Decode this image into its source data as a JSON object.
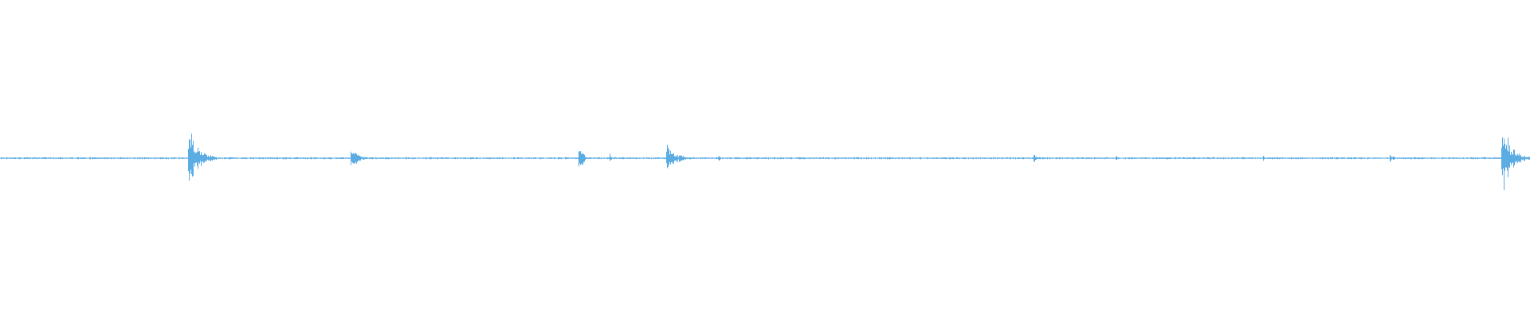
{
  "waveform": {
    "color": "#5aace2",
    "background": "#ffffff",
    "duration_fraction_bursts": [
      {
        "at": 0.1235,
        "width": 0.018,
        "amplitude": 0.2,
        "peak": 0.21
      },
      {
        "at": 0.23,
        "width": 0.012,
        "amplitude": 0.065,
        "peak": 0.07
      },
      {
        "at": 0.379,
        "width": 0.005,
        "amplitude": 0.12,
        "peak": 0.15
      },
      {
        "at": 0.399,
        "width": 0.0015,
        "amplitude": 0.03,
        "peak": 0.03
      },
      {
        "at": 0.436,
        "width": 0.018,
        "amplitude": 0.08,
        "peak": 0.09
      },
      {
        "at": 0.47,
        "width": 0.002,
        "amplitude": 0.02,
        "peak": 0.02
      },
      {
        "at": 0.676,
        "width": 0.006,
        "amplitude": 0.03,
        "peak": 0.04
      },
      {
        "at": 0.73,
        "width": 0.002,
        "amplitude": 0.015,
        "peak": 0.015
      },
      {
        "at": 0.826,
        "width": 0.0015,
        "amplitude": 0.02,
        "peak": 0.02
      },
      {
        "at": 0.909,
        "width": 0.008,
        "amplitude": 0.025,
        "peak": 0.025
      },
      {
        "at": 0.982,
        "width": 0.018,
        "amplitude": 0.2,
        "peak": 0.23
      }
    ],
    "noise_floor": 0.006
  }
}
